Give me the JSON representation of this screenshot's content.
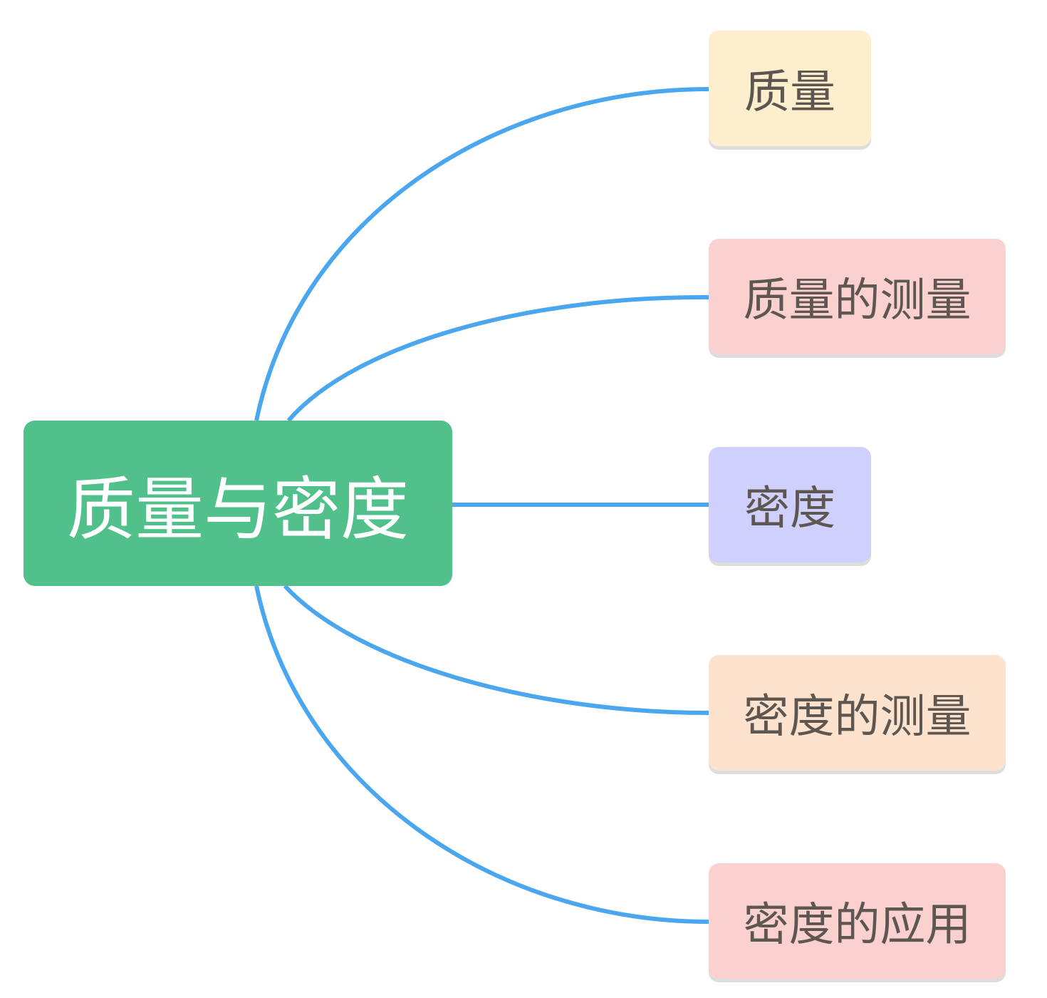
{
  "root": {
    "label": "质量与密度",
    "color": "#52c08b"
  },
  "children": [
    {
      "label": "质量",
      "color": "#fdefcd"
    },
    {
      "label": "质量的测量",
      "color": "#fbd1cf"
    },
    {
      "label": "密度",
      "color": "#cfd0fd"
    },
    {
      "label": "密度的测量",
      "color": "#fde3cd"
    },
    {
      "label": "密度的应用",
      "color": "#fbd1cf"
    }
  ],
  "edge_color": "#4aa6ee"
}
